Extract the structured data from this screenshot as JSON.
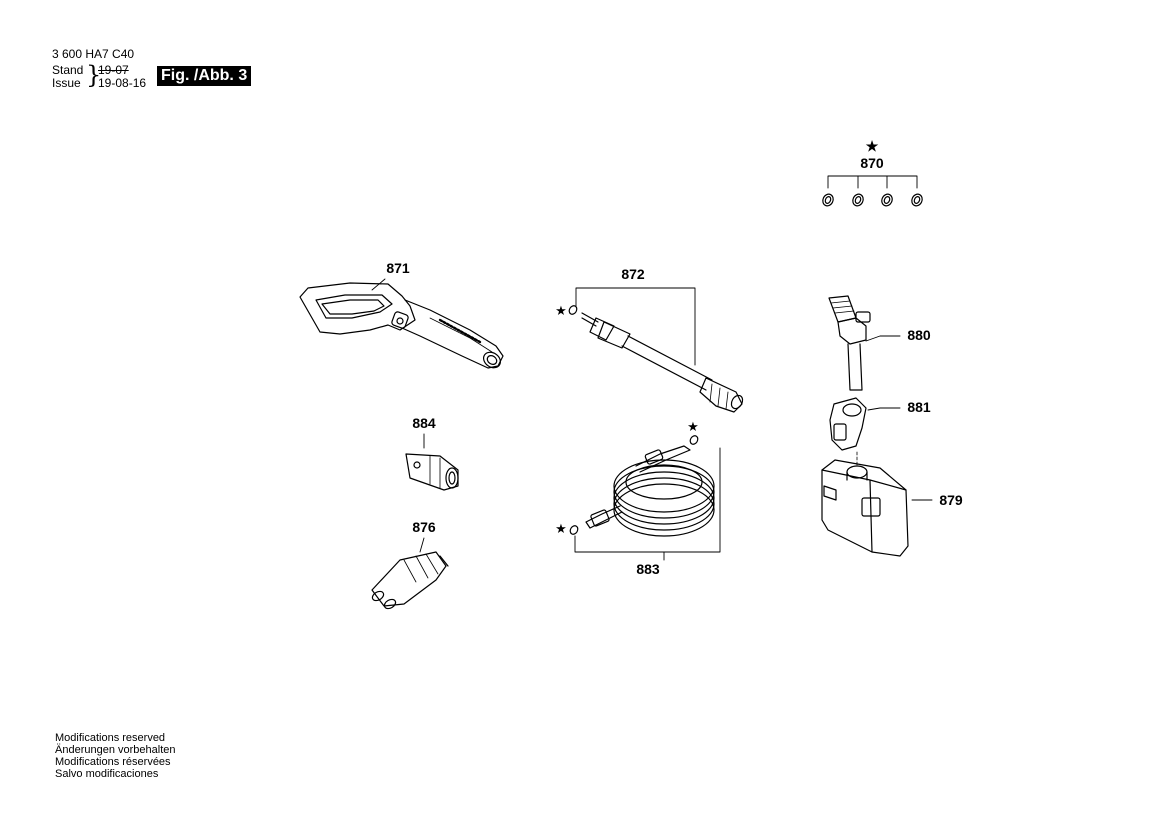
{
  "header": {
    "document_number": "3 600 HA7 C40",
    "stand_label": "Stand",
    "issue_label": "Issue",
    "brace": "}",
    "stand_date": "19-07",
    "issue_date": "19-08-16",
    "figure_tag": "Fig. /Abb. 3"
  },
  "parts": {
    "p870": "870",
    "p871": "871",
    "p872": "872",
    "p880": "880",
    "p881": "881",
    "p884": "884",
    "p879": "879",
    "p876": "876",
    "p883": "883"
  },
  "star_symbol": "★",
  "footer": [
    "Modifications reserved",
    "Änderungen vorbehalten",
    "Modifications réservées",
    "Salvo modificaciones"
  ]
}
